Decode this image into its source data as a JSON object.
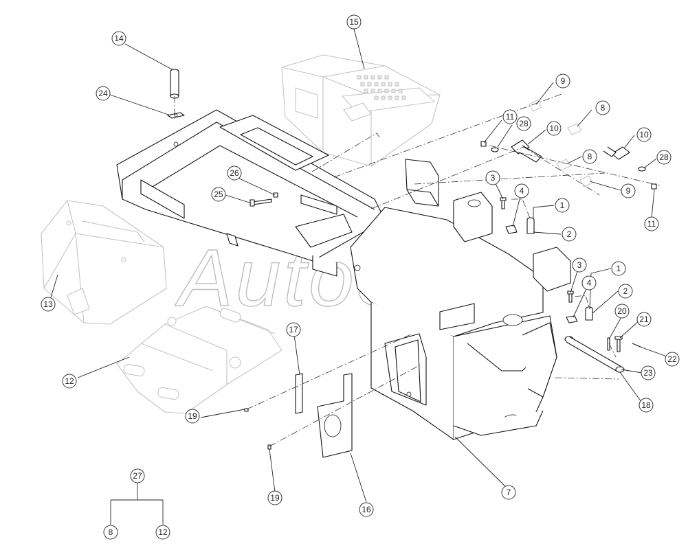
{
  "watermark": "AutoSoft",
  "callouts": [
    {
      "id": "c1a",
      "label": "1"
    },
    {
      "id": "c1b",
      "label": "1"
    },
    {
      "id": "c2a",
      "label": "2"
    },
    {
      "id": "c2b",
      "label": "2"
    },
    {
      "id": "c3a",
      "label": "3"
    },
    {
      "id": "c3b",
      "label": "3"
    },
    {
      "id": "c4a",
      "label": "4"
    },
    {
      "id": "c4b",
      "label": "4"
    },
    {
      "id": "c7",
      "label": "7"
    },
    {
      "id": "c8a",
      "label": "8"
    },
    {
      "id": "c8b",
      "label": "8"
    },
    {
      "id": "c8c",
      "label": "8"
    },
    {
      "id": "c9a",
      "label": "9"
    },
    {
      "id": "c9b",
      "label": "9"
    },
    {
      "id": "c10a",
      "label": "10"
    },
    {
      "id": "c10b",
      "label": "10"
    },
    {
      "id": "c11a",
      "label": "11"
    },
    {
      "id": "c11b",
      "label": "11"
    },
    {
      "id": "c12a",
      "label": "12"
    },
    {
      "id": "c12b",
      "label": "12"
    },
    {
      "id": "c13",
      "label": "13"
    },
    {
      "id": "c14",
      "label": "14"
    },
    {
      "id": "c15",
      "label": "15"
    },
    {
      "id": "c16",
      "label": "16"
    },
    {
      "id": "c17",
      "label": "17"
    },
    {
      "id": "c18",
      "label": "18"
    },
    {
      "id": "c19a",
      "label": "19"
    },
    {
      "id": "c19b",
      "label": "19"
    },
    {
      "id": "c20",
      "label": "20"
    },
    {
      "id": "c21",
      "label": "21"
    },
    {
      "id": "c22",
      "label": "22"
    },
    {
      "id": "c23",
      "label": "23"
    },
    {
      "id": "c24",
      "label": "24"
    },
    {
      "id": "c25",
      "label": "25"
    },
    {
      "id": "c26",
      "label": "26"
    },
    {
      "id": "c27",
      "label": "27"
    },
    {
      "id": "c28a",
      "label": "28"
    },
    {
      "id": "c28b",
      "label": "28"
    }
  ]
}
